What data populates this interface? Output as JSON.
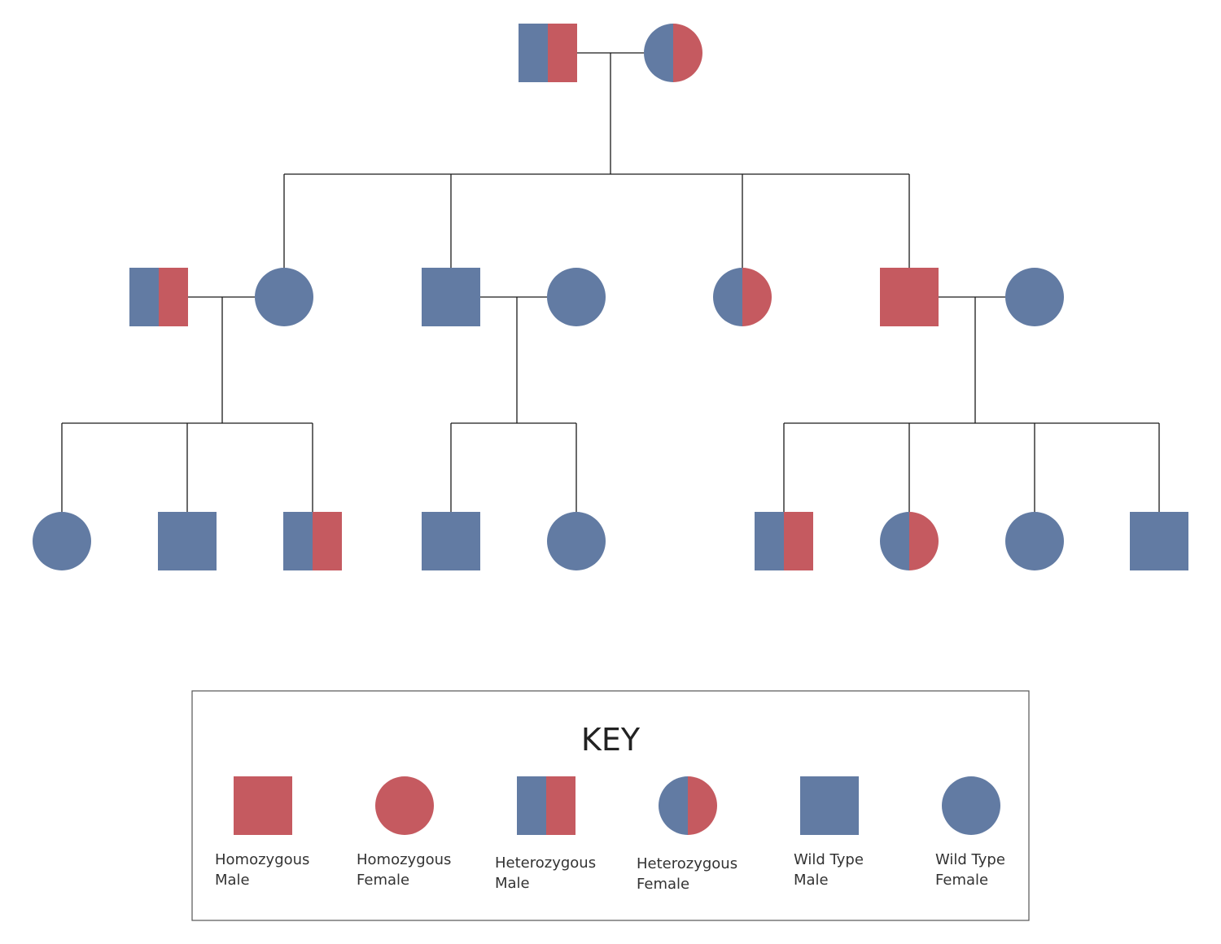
{
  "colors": {
    "affected": "#c55a60",
    "wild_type": "#627ba3",
    "line": "#1a1a1a"
  },
  "pedigree": {
    "generation_1": [
      {
        "id": "g1-father",
        "sex": "male",
        "genotype": "heterozygous"
      },
      {
        "id": "g1-mother",
        "sex": "female",
        "genotype": "heterozygous"
      }
    ],
    "generation_2": [
      {
        "id": "g2-spouse-1",
        "sex": "male",
        "genotype": "heterozygous"
      },
      {
        "id": "g2-child-1",
        "sex": "female",
        "genotype": "wild_type"
      },
      {
        "id": "g2-child-2",
        "sex": "male",
        "genotype": "wild_type"
      },
      {
        "id": "g2-spouse-2",
        "sex": "female",
        "genotype": "wild_type"
      },
      {
        "id": "g2-child-3",
        "sex": "female",
        "genotype": "heterozygous"
      },
      {
        "id": "g2-child-4",
        "sex": "male",
        "genotype": "homozygous"
      },
      {
        "id": "g2-spouse-4",
        "sex": "female",
        "genotype": "wild_type"
      }
    ],
    "generation_3": [
      {
        "id": "g3-1",
        "sex": "female",
        "genotype": "wild_type"
      },
      {
        "id": "g3-2",
        "sex": "male",
        "genotype": "wild_type"
      },
      {
        "id": "g3-3",
        "sex": "male",
        "genotype": "heterozygous"
      },
      {
        "id": "g3-4",
        "sex": "male",
        "genotype": "wild_type"
      },
      {
        "id": "g3-5",
        "sex": "female",
        "genotype": "wild_type"
      },
      {
        "id": "g3-6",
        "sex": "male",
        "genotype": "heterozygous"
      },
      {
        "id": "g3-7",
        "sex": "female",
        "genotype": "heterozygous"
      },
      {
        "id": "g3-8",
        "sex": "female",
        "genotype": "wild_type"
      },
      {
        "id": "g3-9",
        "sex": "male",
        "genotype": "wild_type"
      }
    ]
  },
  "key": {
    "title": "KEY",
    "items": [
      {
        "sex": "male",
        "genotype": "homozygous",
        "line1": "Homozygous",
        "line2": "Male"
      },
      {
        "sex": "female",
        "genotype": "homozygous",
        "line1": "Homozygous",
        "line2": "Female"
      },
      {
        "sex": "male",
        "genotype": "heterozygous",
        "line1": "Heterozygous",
        "line2": "Male"
      },
      {
        "sex": "female",
        "genotype": "heterozygous",
        "line1": "Heterozygous",
        "line2": "Female"
      },
      {
        "sex": "male",
        "genotype": "wild_type",
        "line1": "Wild Type",
        "line2": "Male"
      },
      {
        "sex": "female",
        "genotype": "wild_type",
        "line1": "Wild Type",
        "line2": "Female"
      }
    ]
  }
}
